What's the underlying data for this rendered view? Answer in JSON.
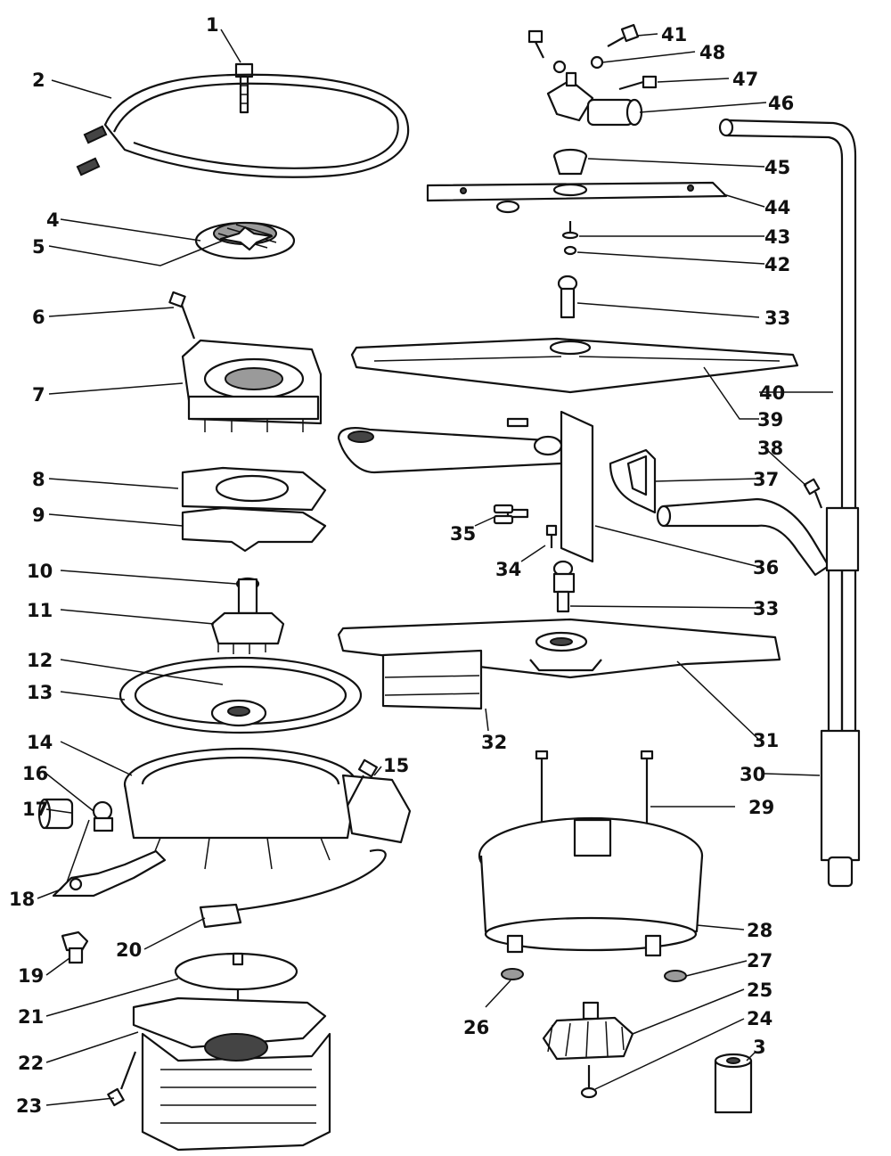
{
  "parts": [
    {
      "id": "p1",
      "label": "1"
    },
    {
      "id": "p2",
      "label": "2"
    },
    {
      "id": "p3",
      "label": "3"
    },
    {
      "id": "p4",
      "label": "4"
    },
    {
      "id": "p5",
      "label": "5"
    },
    {
      "id": "p6",
      "label": "6"
    },
    {
      "id": "p7",
      "label": "7"
    },
    {
      "id": "p8",
      "label": "8"
    },
    {
      "id": "p9",
      "label": "9"
    },
    {
      "id": "p10",
      "label": "10"
    },
    {
      "id": "p11",
      "label": "11"
    },
    {
      "id": "p12",
      "label": "12"
    },
    {
      "id": "p13",
      "label": "13"
    },
    {
      "id": "p14",
      "label": "14"
    },
    {
      "id": "p15",
      "label": "15"
    },
    {
      "id": "p16",
      "label": "16"
    },
    {
      "id": "p17",
      "label": "17"
    },
    {
      "id": "p18",
      "label": "18"
    },
    {
      "id": "p19",
      "label": "19"
    },
    {
      "id": "p20",
      "label": "20"
    },
    {
      "id": "p21",
      "label": "21"
    },
    {
      "id": "p22",
      "label": "22"
    },
    {
      "id": "p23",
      "label": "23"
    },
    {
      "id": "p24",
      "label": "24"
    },
    {
      "id": "p25",
      "label": "25"
    },
    {
      "id": "p26",
      "label": "26"
    },
    {
      "id": "p27",
      "label": "27"
    },
    {
      "id": "p28",
      "label": "28"
    },
    {
      "id": "p29",
      "label": "29"
    },
    {
      "id": "p30",
      "label": "30"
    },
    {
      "id": "p31",
      "label": "31"
    },
    {
      "id": "p32",
      "label": "32"
    },
    {
      "id": "p33a",
      "label": "33"
    },
    {
      "id": "p33b",
      "label": "33"
    },
    {
      "id": "p34",
      "label": "34"
    },
    {
      "id": "p35",
      "label": "35"
    },
    {
      "id": "p36",
      "label": "36"
    },
    {
      "id": "p37",
      "label": "37"
    },
    {
      "id": "p38",
      "label": "38"
    },
    {
      "id": "p39",
      "label": "39"
    },
    {
      "id": "p40",
      "label": "40"
    },
    {
      "id": "p41",
      "label": "41"
    },
    {
      "id": "p42",
      "label": "42"
    },
    {
      "id": "p43",
      "label": "43"
    },
    {
      "id": "p44",
      "label": "44"
    },
    {
      "id": "p45",
      "label": "45"
    },
    {
      "id": "p46",
      "label": "46"
    },
    {
      "id": "p47",
      "label": "47"
    },
    {
      "id": "p48",
      "label": "48"
    }
  ]
}
